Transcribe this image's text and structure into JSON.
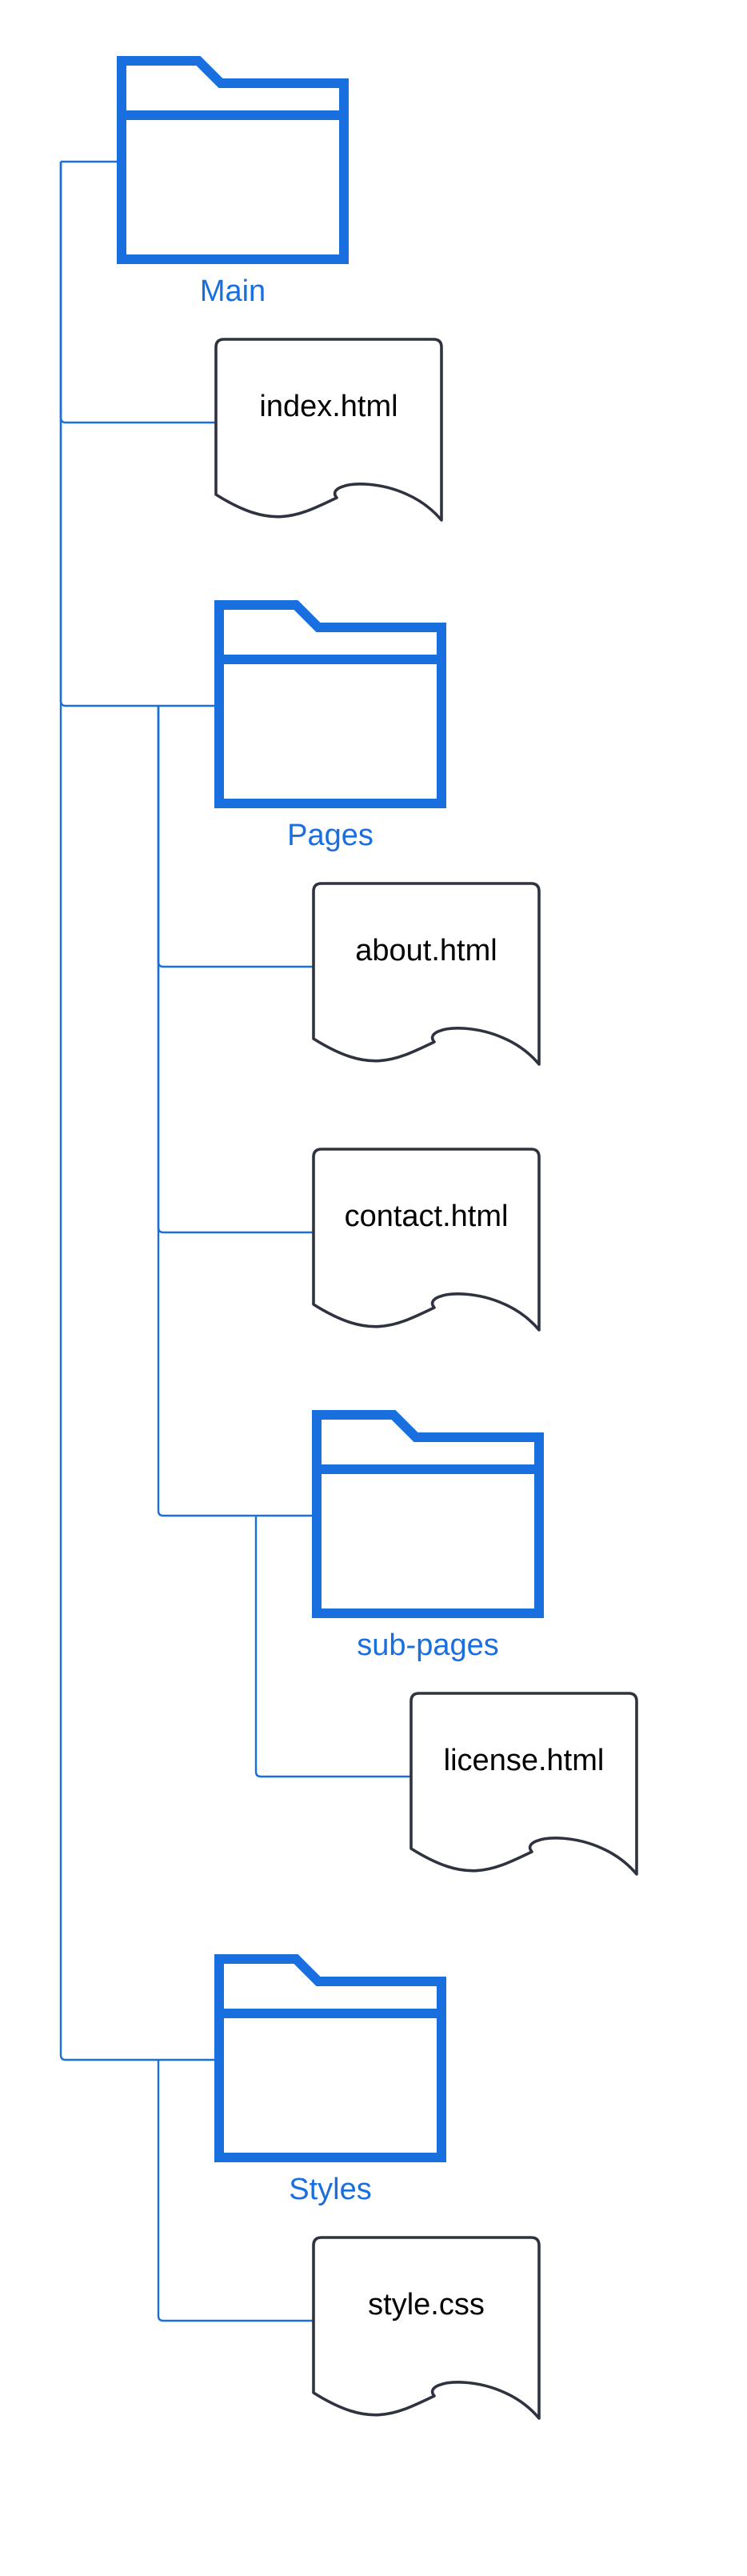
{
  "colors": {
    "folder": "#1a6fdf",
    "connector": "#1a6fdf",
    "file_outline": "#2f3340",
    "file_text": "#000000",
    "background": "#ffffff"
  },
  "tree": {
    "root": {
      "name": "Main",
      "icon": "folder-icon",
      "children": [
        {
          "name": "index.html",
          "icon": "file-icon"
        },
        {
          "name": "Pages",
          "icon": "folder-icon",
          "children": [
            {
              "name": "about.html",
              "icon": "file-icon"
            },
            {
              "name": "contact.html",
              "icon": "file-icon"
            },
            {
              "name": "sub-pages",
              "icon": "folder-icon",
              "children": [
                {
                  "name": "license.html",
                  "icon": "file-icon"
                }
              ]
            }
          ]
        },
        {
          "name": "Styles",
          "icon": "folder-icon",
          "children": [
            {
              "name": "style.css",
              "icon": "file-icon"
            }
          ]
        }
      ]
    }
  }
}
